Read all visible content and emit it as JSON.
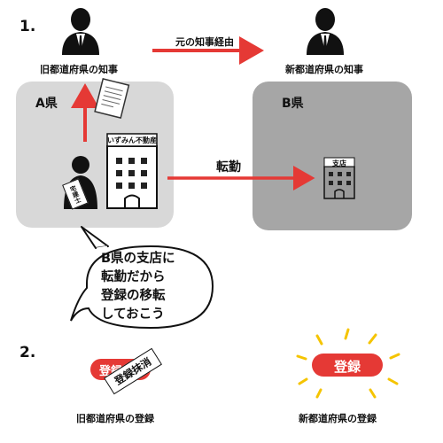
{
  "step1": {
    "number": "1.",
    "old_governor": "旧都道府県の知事",
    "new_governor": "新都道府県の知事",
    "transfer_via_label": "元の知事経由",
    "pref_a": "A県",
    "pref_b": "B県",
    "main_office_sign": "いずみん不動産",
    "badge": "宅建士",
    "transfer_label": "転勤",
    "branch_sign": "支店",
    "speech_lines": [
      "B県の支店に",
      "転勤だから",
      "登録の移転",
      "しておこう"
    ]
  },
  "step2": {
    "number": "2.",
    "old_stamp": "登録",
    "cancel_label": "登録抹消",
    "new_stamp": "登録",
    "old_caption": "旧都道府県の登録",
    "new_caption": "新都道府県の登録"
  },
  "colors": {
    "arrow": "#e53935",
    "pref_a_bg": "#d8d8d8",
    "pref_b_bg": "#a6a6a6",
    "stamp": "#e53935",
    "sparkle": "#f5c400"
  }
}
